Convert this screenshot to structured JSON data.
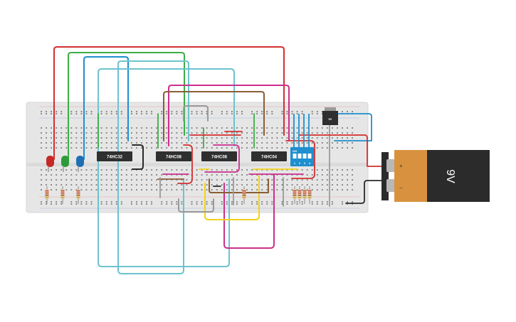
{
  "chips": [
    {
      "id": "u1",
      "label": "74HC32"
    },
    {
      "id": "u2",
      "label": "74HC08"
    },
    {
      "id": "u3",
      "label": "74HC08"
    },
    {
      "id": "u4",
      "label": "74HC04"
    }
  ],
  "dip_switch": {
    "label": "ON",
    "positions": [
      "1",
      "2",
      "3",
      "4"
    ]
  },
  "regulator": {
    "label": "5V"
  },
  "battery": {
    "label": "9V",
    "plus": "+",
    "minus": "−"
  },
  "leds": [
    {
      "name": "led-red",
      "color": "#c62828"
    },
    {
      "name": "led-green",
      "color": "#2e9a3c"
    },
    {
      "name": "led-blue",
      "color": "#1f6fb3"
    }
  ],
  "colors": {
    "breadboard": "#e6e6e6",
    "chip": "#2f2f2f",
    "wire_red": "#d32f2f",
    "wire_green": "#3cae45",
    "wire_blue": "#1e8fcf",
    "wire_cyan": "#6cc3cf",
    "wire_magenta": "#cc2f8e",
    "wire_brown": "#8b5e34",
    "wire_yellow": "#f2d21b",
    "wire_gray": "#9a9a9a",
    "wire_black": "#2a2a2a",
    "battery_body": "#d8923f",
    "battery_top": "#2b2b2b"
  }
}
